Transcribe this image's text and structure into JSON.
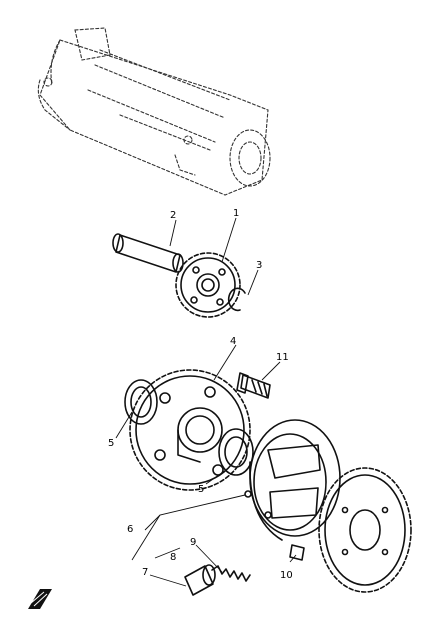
{
  "diagram": {
    "title": "",
    "callouts": [
      {
        "id": "1",
        "text": "1"
      },
      {
        "id": "2",
        "text": "2"
      },
      {
        "id": "3",
        "text": "3"
      },
      {
        "id": "4",
        "text": "4"
      },
      {
        "id": "5a",
        "text": "5"
      },
      {
        "id": "5b",
        "text": "5"
      },
      {
        "id": "6",
        "text": "6"
      },
      {
        "id": "7",
        "text": "7"
      },
      {
        "id": "8",
        "text": "8"
      },
      {
        "id": "9",
        "text": "9"
      },
      {
        "id": "10",
        "text": "10"
      },
      {
        "id": "11",
        "text": "11"
      }
    ],
    "front_arrow_icon": "front-arrow-icon"
  }
}
